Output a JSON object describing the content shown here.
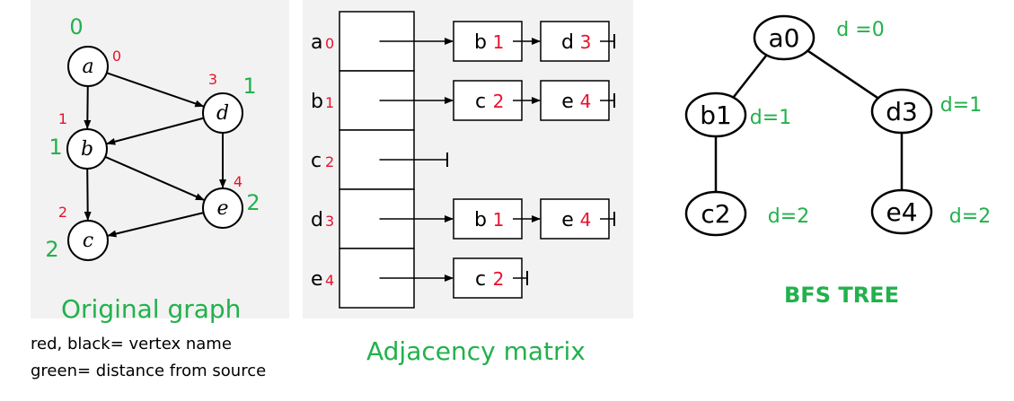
{
  "original_graph": {
    "caption": "Original graph",
    "nodes": [
      {
        "id": "a",
        "label": "a",
        "order": "0",
        "distance": "0"
      },
      {
        "id": "b",
        "label": "b",
        "order": "1",
        "distance": "1"
      },
      {
        "id": "c",
        "label": "c",
        "order": "2",
        "distance": "2"
      },
      {
        "id": "d",
        "label": "d",
        "order": "3",
        "distance": "1"
      },
      {
        "id": "e",
        "label": "e",
        "order": "4",
        "distance": "2"
      }
    ],
    "edges": [
      [
        "a",
        "b"
      ],
      [
        "a",
        "d"
      ],
      [
        "d",
        "b"
      ],
      [
        "d",
        "e"
      ],
      [
        "b",
        "c"
      ],
      [
        "b",
        "e"
      ],
      [
        "e",
        "c"
      ]
    ]
  },
  "legend": {
    "line1": "red, black= vertex name",
    "line2": "green= distance from source"
  },
  "adjacency": {
    "caption": "Adjacency matrix",
    "rows": [
      {
        "vertex": "a",
        "index": "0",
        "items": [
          {
            "v": "b",
            "i": "1"
          },
          {
            "v": "d",
            "i": "3"
          }
        ]
      },
      {
        "vertex": "b",
        "index": "1",
        "items": [
          {
            "v": "c",
            "i": "2"
          },
          {
            "v": "e",
            "i": "4"
          }
        ]
      },
      {
        "vertex": "c",
        "index": "2",
        "items": []
      },
      {
        "vertex": "d",
        "index": "3",
        "items": [
          {
            "v": "b",
            "i": "1"
          },
          {
            "v": "e",
            "i": "4"
          }
        ]
      },
      {
        "vertex": "e",
        "index": "4",
        "items": [
          {
            "v": "c",
            "i": "2"
          }
        ]
      }
    ]
  },
  "bfs_tree": {
    "caption": "BFS TREE",
    "nodes": [
      {
        "id": "a0",
        "label": "a0",
        "dist": "d =0"
      },
      {
        "id": "b1",
        "label": "b1",
        "dist": "d=1"
      },
      {
        "id": "d3",
        "label": "d3",
        "dist": "d=1"
      },
      {
        "id": "c2",
        "label": "c2",
        "dist": "d=2"
      },
      {
        "id": "e4",
        "label": "e4",
        "dist": "d=2"
      }
    ],
    "edges": [
      [
        "a0",
        "b1"
      ],
      [
        "a0",
        "d3"
      ],
      [
        "b1",
        "c2"
      ],
      [
        "d3",
        "e4"
      ]
    ]
  },
  "colors": {
    "green": "#22b14c",
    "red": "#e8112d",
    "black": "#000000",
    "panel": "#f2f2f2"
  }
}
